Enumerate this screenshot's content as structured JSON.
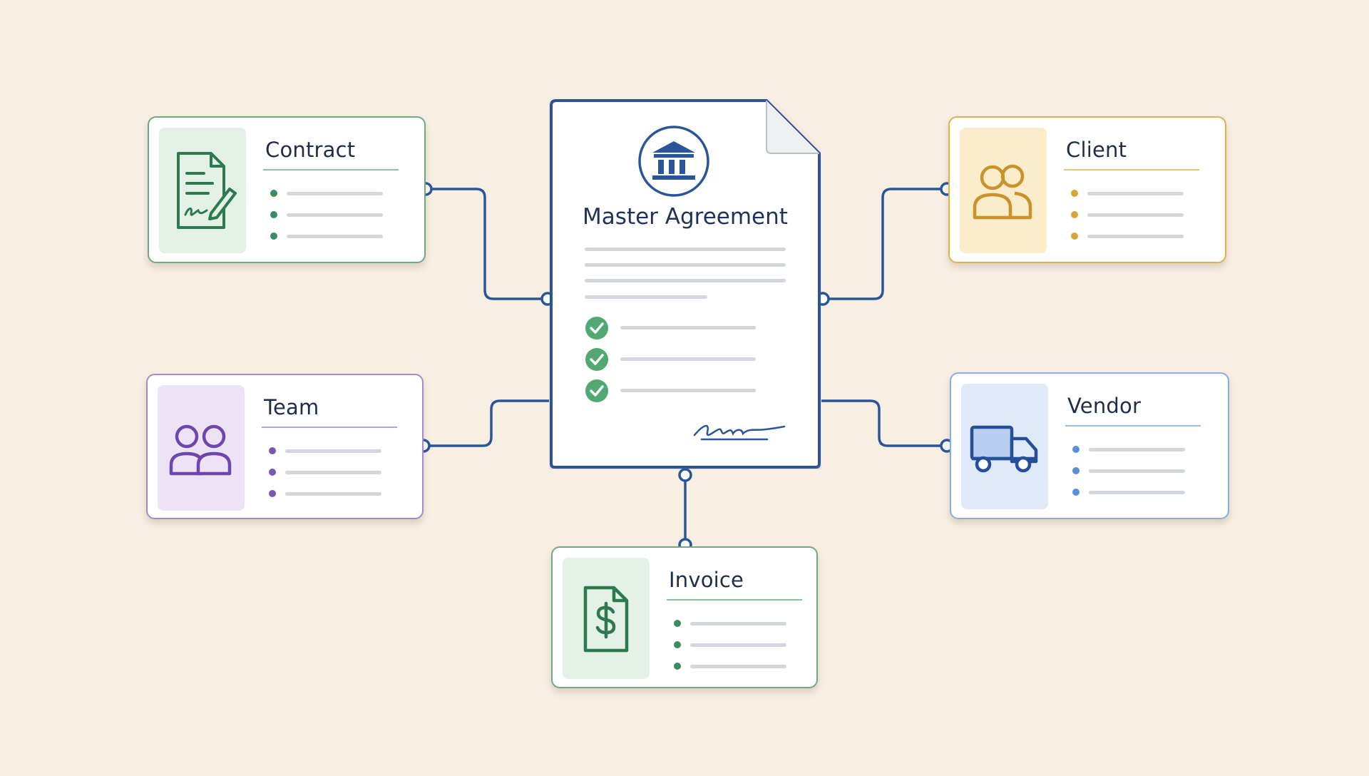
{
  "diagram": {
    "center": {
      "title": "Master Agreement",
      "icon": "bank-icon",
      "checklist_count": 3
    },
    "nodes": [
      {
        "id": "contract",
        "title": "Contract",
        "icon": "contract-signature-icon",
        "accent": "#3d8c5f",
        "panel": "#e3f1e7"
      },
      {
        "id": "client",
        "title": "Client",
        "icon": "users-icon",
        "accent": "#d7a637",
        "panel": "#fbedcc"
      },
      {
        "id": "team",
        "title": "Team",
        "icon": "team-icon",
        "accent": "#7a56b6",
        "panel": "#ece3f5"
      },
      {
        "id": "vendor",
        "title": "Vendor",
        "icon": "delivery-truck-icon",
        "accent": "#5b8fd6",
        "panel": "#dfe9f7"
      },
      {
        "id": "invoice",
        "title": "Invoice",
        "icon": "invoice-dollar-icon",
        "accent": "#3d8c5f",
        "panel": "#e3f1e7"
      }
    ],
    "colors": {
      "background": "#f8efe3",
      "connector": "#2a559a",
      "document_border": "#2a559a",
      "check": "#52a872"
    }
  }
}
